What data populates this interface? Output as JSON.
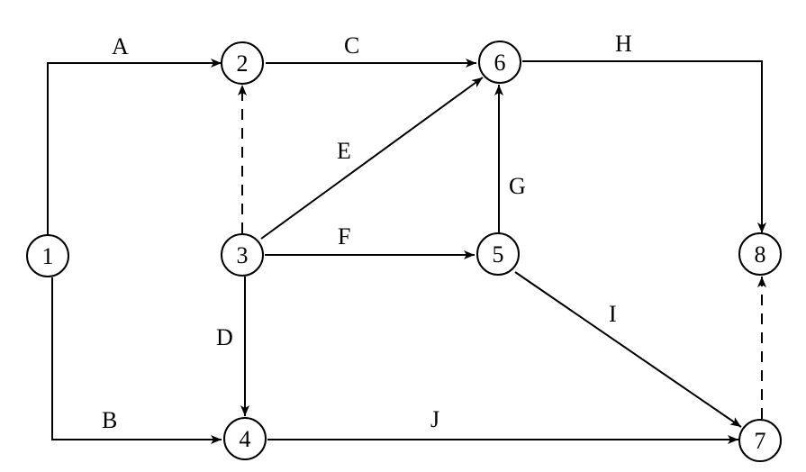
{
  "nodes": [
    {
      "id": "1",
      "label": "1"
    },
    {
      "id": "2",
      "label": "2"
    },
    {
      "id": "3",
      "label": "3"
    },
    {
      "id": "4",
      "label": "4"
    },
    {
      "id": "5",
      "label": "5"
    },
    {
      "id": "6",
      "label": "6"
    },
    {
      "id": "7",
      "label": "7"
    },
    {
      "id": "8",
      "label": "8"
    }
  ],
  "edges": [
    {
      "id": "A",
      "label": "A",
      "from": "1",
      "to": "2",
      "style": "solid"
    },
    {
      "id": "B",
      "label": "B",
      "from": "1",
      "to": "4",
      "style": "solid"
    },
    {
      "id": "C",
      "label": "C",
      "from": "2",
      "to": "6",
      "style": "solid"
    },
    {
      "id": "D",
      "label": "D",
      "from": "3",
      "to": "4",
      "style": "solid"
    },
    {
      "id": "E",
      "label": "E",
      "from": "3",
      "to": "6",
      "style": "solid"
    },
    {
      "id": "F",
      "label": "F",
      "from": "3",
      "to": "5",
      "style": "solid"
    },
    {
      "id": "G",
      "label": "G",
      "from": "5",
      "to": "6",
      "style": "solid"
    },
    {
      "id": "H",
      "label": "H",
      "from": "6",
      "to": "8",
      "style": "solid"
    },
    {
      "id": "I",
      "label": "I",
      "from": "5",
      "to": "7",
      "style": "solid"
    },
    {
      "id": "J",
      "label": "J",
      "from": "4",
      "to": "7",
      "style": "solid"
    },
    {
      "id": "d32",
      "label": "",
      "from": "3",
      "to": "2",
      "style": "dashed"
    },
    {
      "id": "d78",
      "label": "",
      "from": "7",
      "to": "8",
      "style": "dashed"
    }
  ]
}
